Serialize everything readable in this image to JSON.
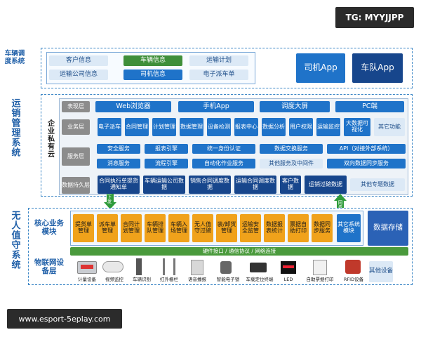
{
  "watermarks": {
    "top_right": "TG: MYYJJPP",
    "bottom_left": "www.esport-5eplay.com"
  },
  "sections": {
    "dispatch": "车辆调度系统",
    "transport": "运销管理系统",
    "unmanned": "无人值守系统",
    "enterprise": "企业私有云"
  },
  "dispatch": {
    "items": [
      "客户信息",
      "车辆信息",
      "运输计划",
      "运输公司信息",
      "司机信息",
      "电子派车单"
    ],
    "apps": [
      "司机App",
      "车队App"
    ]
  },
  "layers": {
    "presentation": {
      "label": "表现层",
      "items": [
        "Web浏览器",
        "手机App",
        "调度大屏",
        "PC端"
      ]
    },
    "business": {
      "label": "业务层",
      "items": [
        "电子派车",
        "合同管理",
        "计划管理",
        "数据管理",
        "设备检测",
        "报表中心",
        "数据分析",
        "用户权限",
        "运输监控",
        "大数据可视化",
        "其它功能"
      ]
    },
    "service": {
      "label": "服务层",
      "items_row1": [
        "安全服务",
        "报表引擎",
        "统一身份认证",
        "数据交换服务",
        "API（对接外部系统）"
      ],
      "items_row2": [
        "消息服务",
        "流程引擎",
        "自动化作业服务",
        "其他服务及中间件",
        "双向数据同步服务"
      ]
    },
    "persistence": {
      "label": "数据持久层",
      "items": [
        "合同执行单提货通知单",
        "车辆运输公司数据",
        "销售合同调度数据",
        "运输合同调度数据",
        "客户数据",
        "运销过磅数据",
        "其他专题数据"
      ]
    }
  },
  "arrows": {
    "left": "下发",
    "right": "同步"
  },
  "core": {
    "label": "核心业务模块",
    "items": [
      "提货单管理",
      "派车单管理",
      "合同计划管理",
      "车辆排队管理",
      "车辆入场管理",
      "无人值守过磅",
      "装/卸货管理",
      "运输安全监管",
      "数据报表统计",
      "票据自助打印",
      "数据同步服务",
      "其它系统模块"
    ],
    "storage": "数据存储"
  },
  "interface_bar": "硬件接口 / 通信协议 / 网络连接",
  "iot": {
    "label": "物联网设备层",
    "devices": [
      "计量设备",
      "视频监控",
      "车辆识别",
      "红外栅栏",
      "语音播报",
      "智能电子锁",
      "车载定位终端",
      "LED",
      "自助票据打印",
      "RFID设备"
    ],
    "other": "其他设备"
  }
}
